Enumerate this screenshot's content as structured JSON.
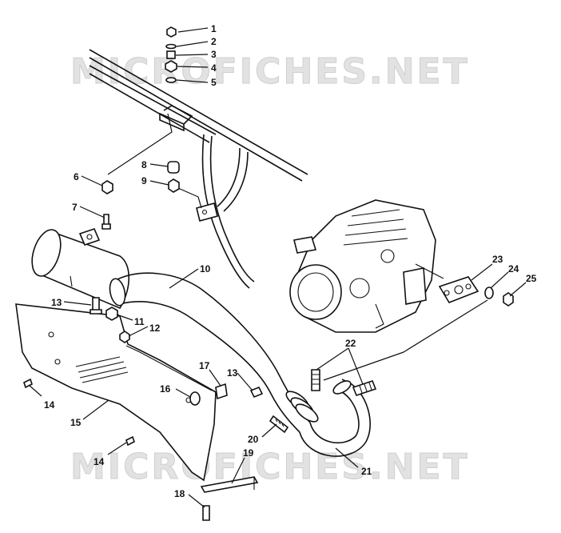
{
  "watermark": {
    "text": "MICROFICHES.NET"
  },
  "callouts": [
    {
      "id": "1",
      "label": "1"
    },
    {
      "id": "2",
      "label": "2"
    },
    {
      "id": "3",
      "label": "3"
    },
    {
      "id": "4",
      "label": "4"
    },
    {
      "id": "5",
      "label": "5"
    },
    {
      "id": "6",
      "label": "6"
    },
    {
      "id": "7",
      "label": "7"
    },
    {
      "id": "8",
      "label": "8"
    },
    {
      "id": "9",
      "label": "9"
    },
    {
      "id": "10",
      "label": "10"
    },
    {
      "id": "11",
      "label": "11"
    },
    {
      "id": "12",
      "label": "12"
    },
    {
      "id": "13a",
      "label": "13"
    },
    {
      "id": "13b",
      "label": "13"
    },
    {
      "id": "14a",
      "label": "14"
    },
    {
      "id": "14b",
      "label": "14"
    },
    {
      "id": "15",
      "label": "15"
    },
    {
      "id": "16",
      "label": "16"
    },
    {
      "id": "17",
      "label": "17"
    },
    {
      "id": "18",
      "label": "18"
    },
    {
      "id": "19",
      "label": "19"
    },
    {
      "id": "20",
      "label": "20"
    },
    {
      "id": "21",
      "label": "21"
    },
    {
      "id": "22",
      "label": "22"
    },
    {
      "id": "23",
      "label": "23"
    },
    {
      "id": "24",
      "label": "24"
    },
    {
      "id": "25",
      "label": "25"
    }
  ]
}
